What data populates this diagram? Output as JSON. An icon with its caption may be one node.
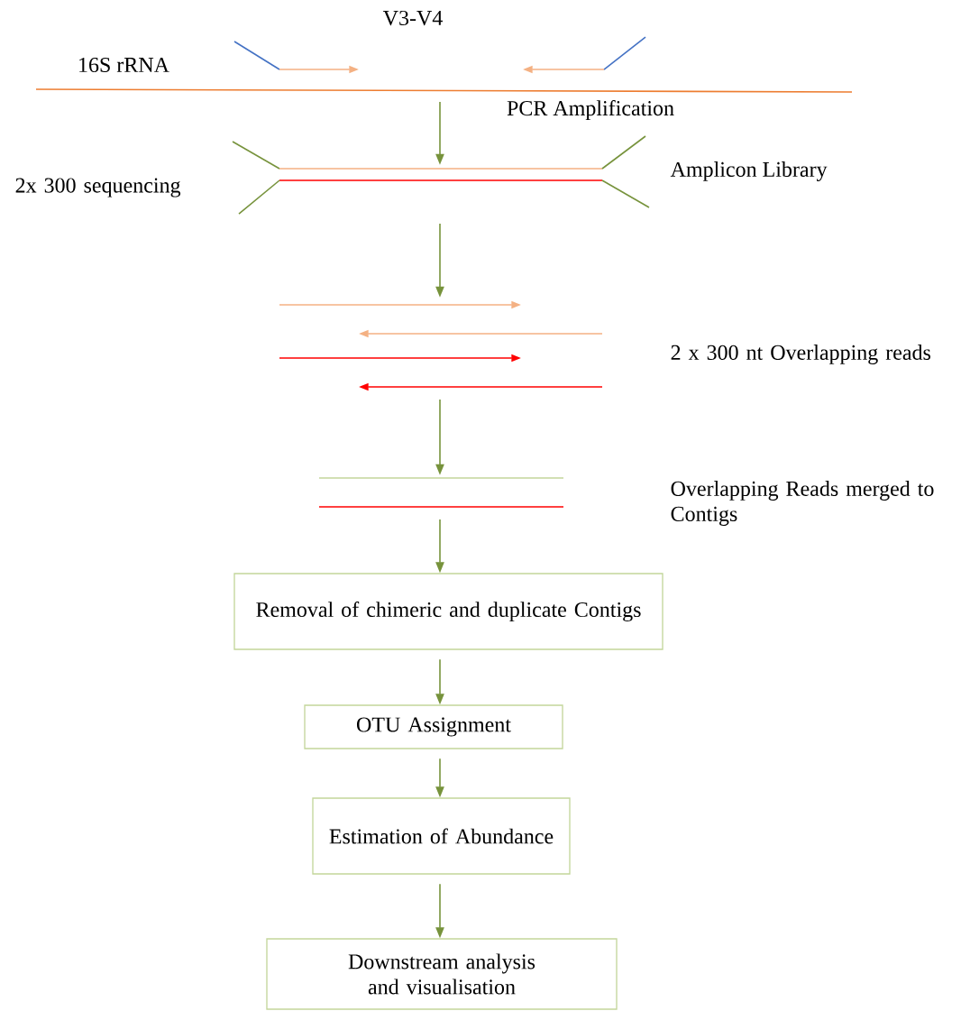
{
  "diagram": {
    "nodes": [
      {
        "text": [],
        "shape": "picture"
      },
      {
        "text": [],
        "shape": "picture"
      },
      {
        "text": [],
        "shape": "picture"
      },
      {
        "text": [],
        "shape": "picture"
      },
      {
        "text": [
          "Removal of chimeric and duplicate Contigs"
        ]
      },
      {
        "text": [
          "OTU Assignment"
        ]
      },
      {
        "text": [
          "Estimation of Abundance"
        ]
      },
      {
        "text": [
          "Downstream analysis and visualisation"
        ]
      }
    ],
    "edges": [
      {
        "from": 0,
        "to": 1,
        "arrow": "to"
      },
      {
        "from": 1,
        "to": 2,
        "arrow": "to"
      },
      {
        "from": 2,
        "to": 3,
        "arrow": "to"
      },
      {
        "from": 3,
        "to": 4,
        "arrow": "to"
      },
      {
        "from": 4,
        "to": 5,
        "arrow": "to"
      },
      {
        "from": 5,
        "to": 6,
        "arrow": "to"
      },
      {
        "from": 6,
        "to": 7,
        "arrow": "to"
      }
    ],
    "labels": [
      "V3-V4",
      "16S rRNA",
      "PCR Amplification",
      "2x 300 sequencing",
      "Amplicon Library",
      "2 x 300 nt Overlapping reads",
      "Overlapping Reads merged to Contigs"
    ]
  }
}
